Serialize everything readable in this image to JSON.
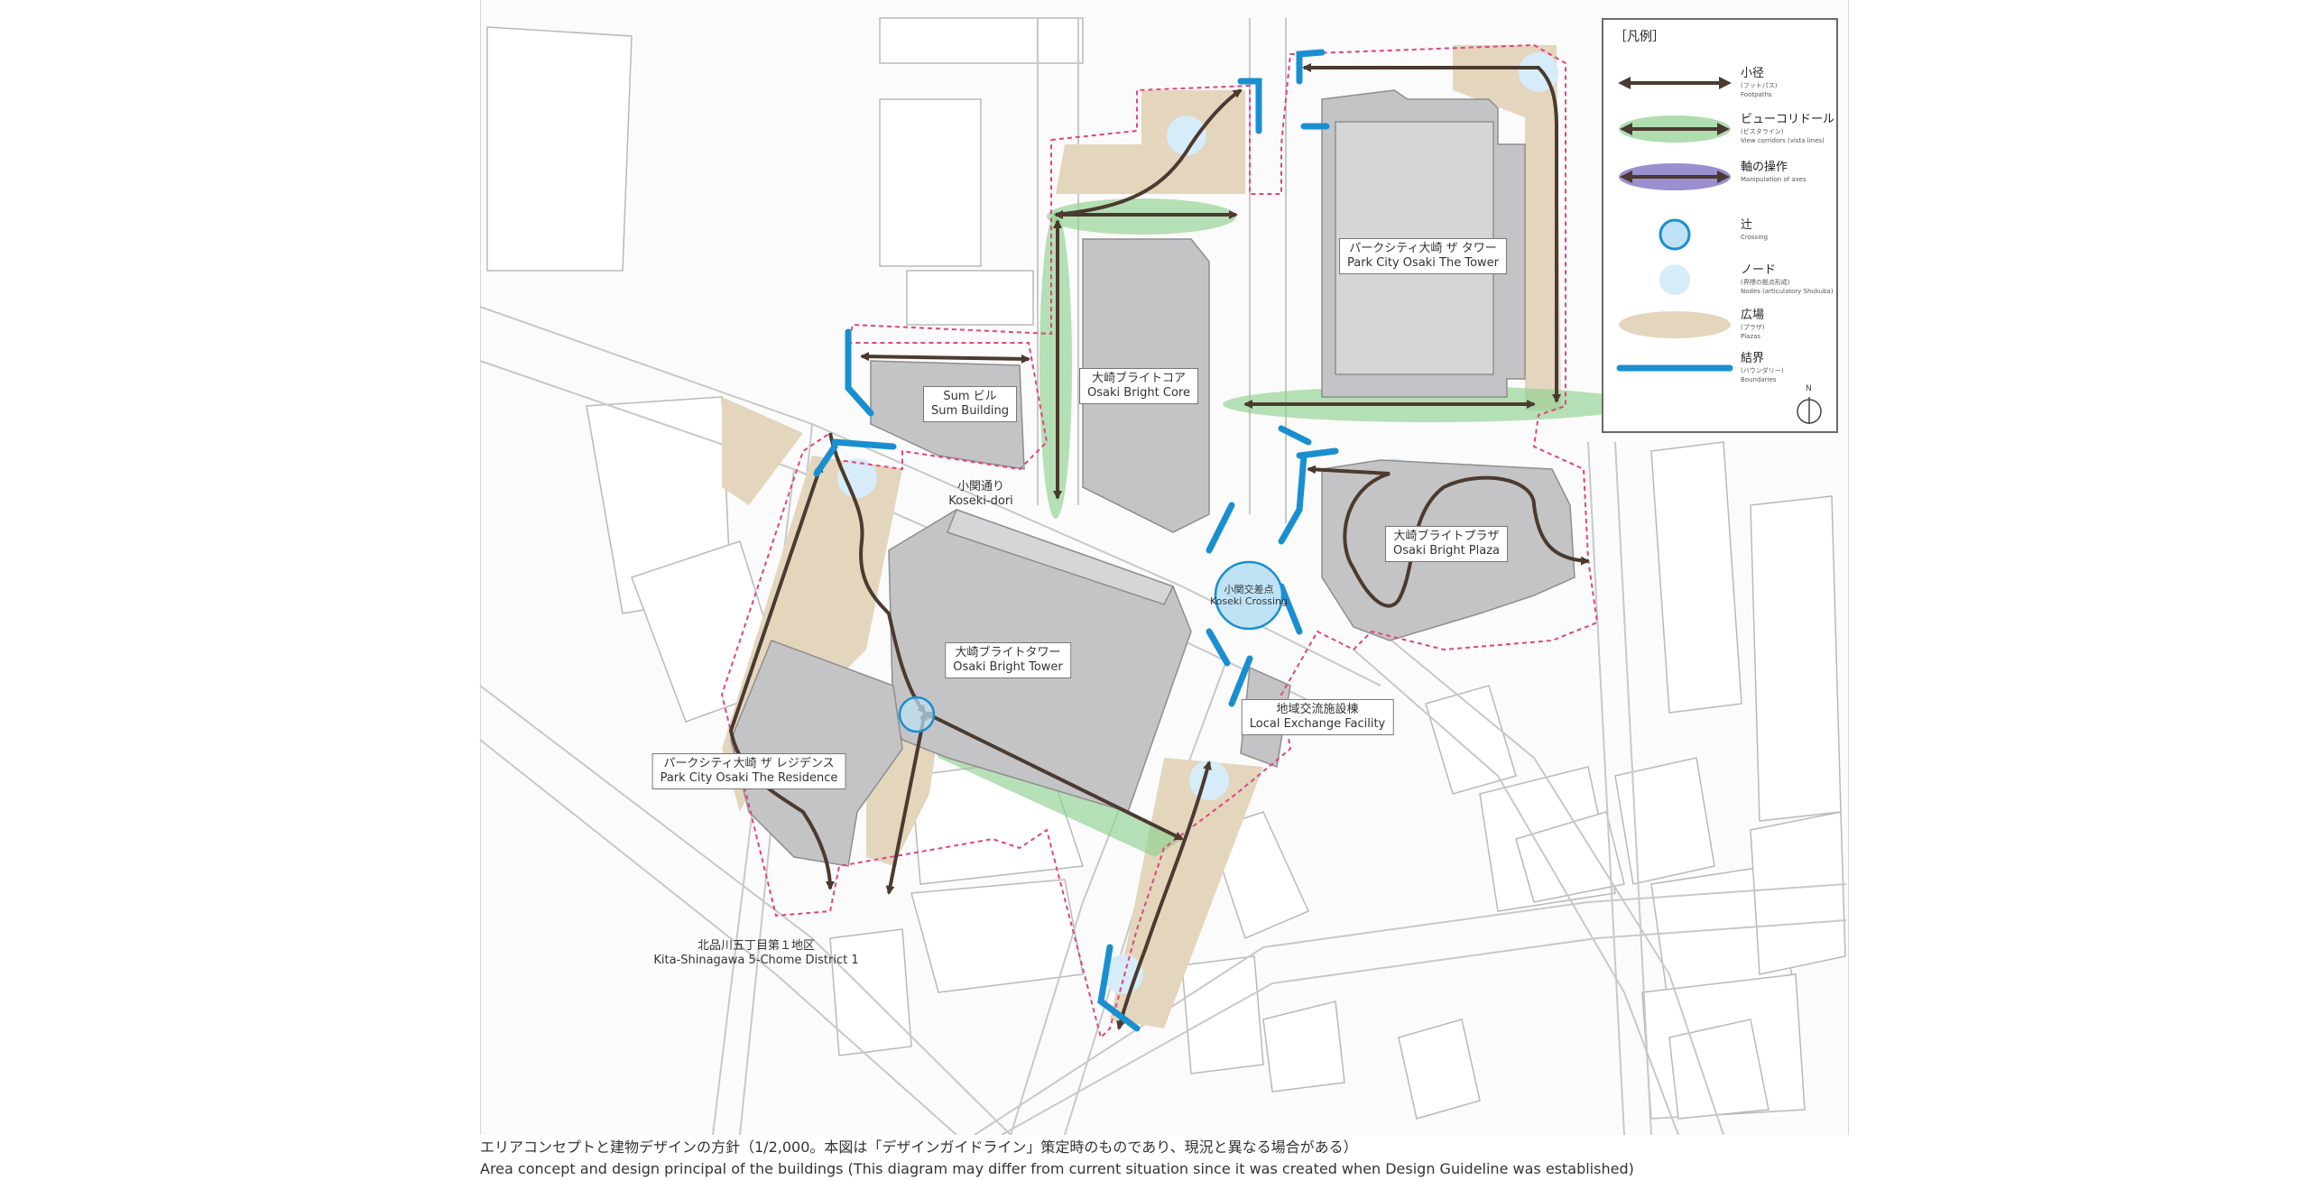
{
  "labels": {
    "park_city_tower": {
      "jp": "パークシティ大崎 ザ タワー",
      "en": "Park  City Osaki The Tower"
    },
    "bright_core": {
      "jp": "大崎ブライトコア",
      "en": "Osaki Bright Core"
    },
    "sum_building": {
      "jp": "Sum ビル",
      "en": "Sum Building"
    },
    "koseki_dori": {
      "jp": "小関通り",
      "en": "Koseki-dori"
    },
    "bright_tower": {
      "jp": "大崎ブライトタワー",
      "en": "Osaki Bright Tower"
    },
    "bright_plaza": {
      "jp": "大崎ブライトプラザ",
      "en": "Osaki  Bright Plaza"
    },
    "koseki_crossing": {
      "jp": "小関交差点",
      "en": "Koseki Crossing"
    },
    "local_exchange": {
      "jp": "地域交流施設棟",
      "en": "Local Exchange Facility"
    },
    "park_city_residence": {
      "jp": "パークシティ大崎 ザ レジデンス",
      "en": "Park City Osaki The Residence"
    },
    "district": {
      "jp": "北品川五丁目第１地区",
      "en": "Kita-Shinagawa 5-Chome District 1"
    }
  },
  "legend": {
    "title": "［凡例］",
    "items": [
      {
        "jp": "小径",
        "en": "(フットパス)",
        "en2": "Footpaths"
      },
      {
        "jp": "ビューコリドール",
        "en": "(ビスタライン)",
        "en2": "View corridors (vista lines)"
      },
      {
        "jp": "軸の操作",
        "en": "",
        "en2": "Manipulation of axes"
      },
      {
        "jp": "辻",
        "en": "",
        "en2": "Crossing"
      },
      {
        "jp": "ノード",
        "en": "(界隈の拠点形成)",
        "en2": "Nodes (articulatory Shukuba)"
      },
      {
        "jp": "広場",
        "en": "(プラザ)",
        "en2": "Plazas"
      },
      {
        "jp": "結界",
        "en": "(バウンダリー)",
        "en2": "Boundaries"
      }
    ],
    "north_letter": "N"
  },
  "caption": {
    "jp": "エリアコンセプトと建物デザインの方針（1/2,000。本図は「デザインガイドライン」策定時のものであり、現況と異なる場合がある）",
    "en": "Area concept and design principal of the buildings (This diagram may differ from current situation since it was created when Design Guideline was established)"
  },
  "colors": {
    "footpath": "#4b3a30",
    "corridor": "#8fcf8f",
    "axis": "#9a8fcf",
    "crossing_fill": "#bfe3f5",
    "crossing_stroke": "#1a8fd0",
    "node": "#d6ecf8",
    "plaza": "#e3d6bd",
    "boundary": "#1a8fd0",
    "building": "#c4c4c6",
    "site_line": "#e0457f"
  }
}
